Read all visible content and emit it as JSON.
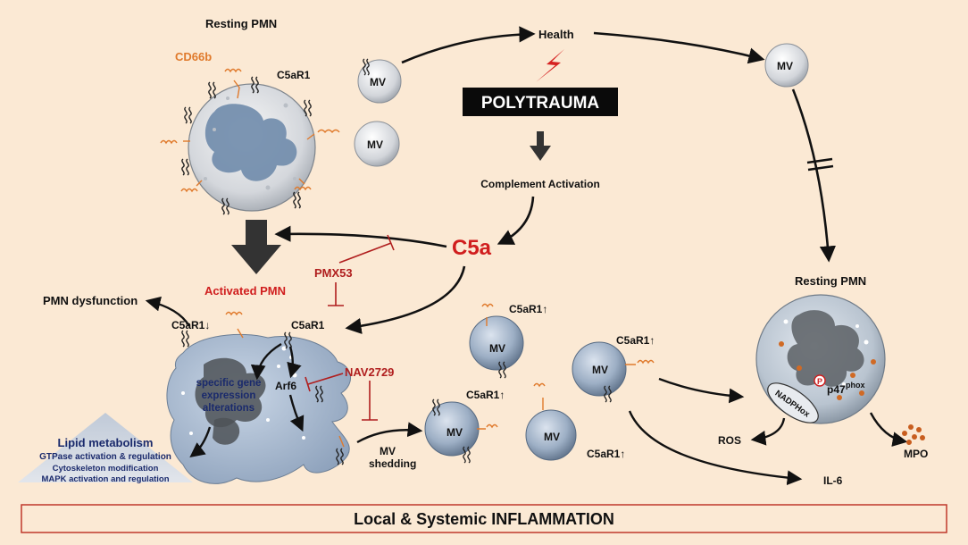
{
  "resting_pmn_top": "Resting PMN",
  "cd66b": "CD66b",
  "c5ar1": "C5aR1",
  "mv": "MV",
  "health": "Health",
  "polytrauma": "POLYTRAUMA",
  "complement_activation": "Complement Activation",
  "c5a": "C5a",
  "pmx53": "PMX53",
  "activated_pmn": "Activated PMN",
  "pmn_dysfunction": "PMN dysfunction",
  "c5ar1_down": "C5aR1↓",
  "c5ar1_up": "C5aR1↑",
  "nav2729": "NAV2729",
  "arf6": "Arf6",
  "gene_line1": "specific gene",
  "gene_line2": "expression",
  "gene_line3": "alterations",
  "lipid_metabolism": "Lipid metabolism",
  "gtpase": "GTPase activation & regulation",
  "cytoskeleton": "Cytoskeleton modification",
  "mapk": "MAPK activation and regulation",
  "mv_shedding_1": "MV",
  "mv_shedding_2": "shedding",
  "resting_pmn_right": "Resting PMN",
  "nadphox": "NADPHox",
  "p47": "p47",
  "phox": "phox",
  "p_symbol": "P",
  "ros": "ROS",
  "mpo": "MPO",
  "il6": "IL-6",
  "footer": "Local & Systemic INFLAMMATION"
}
